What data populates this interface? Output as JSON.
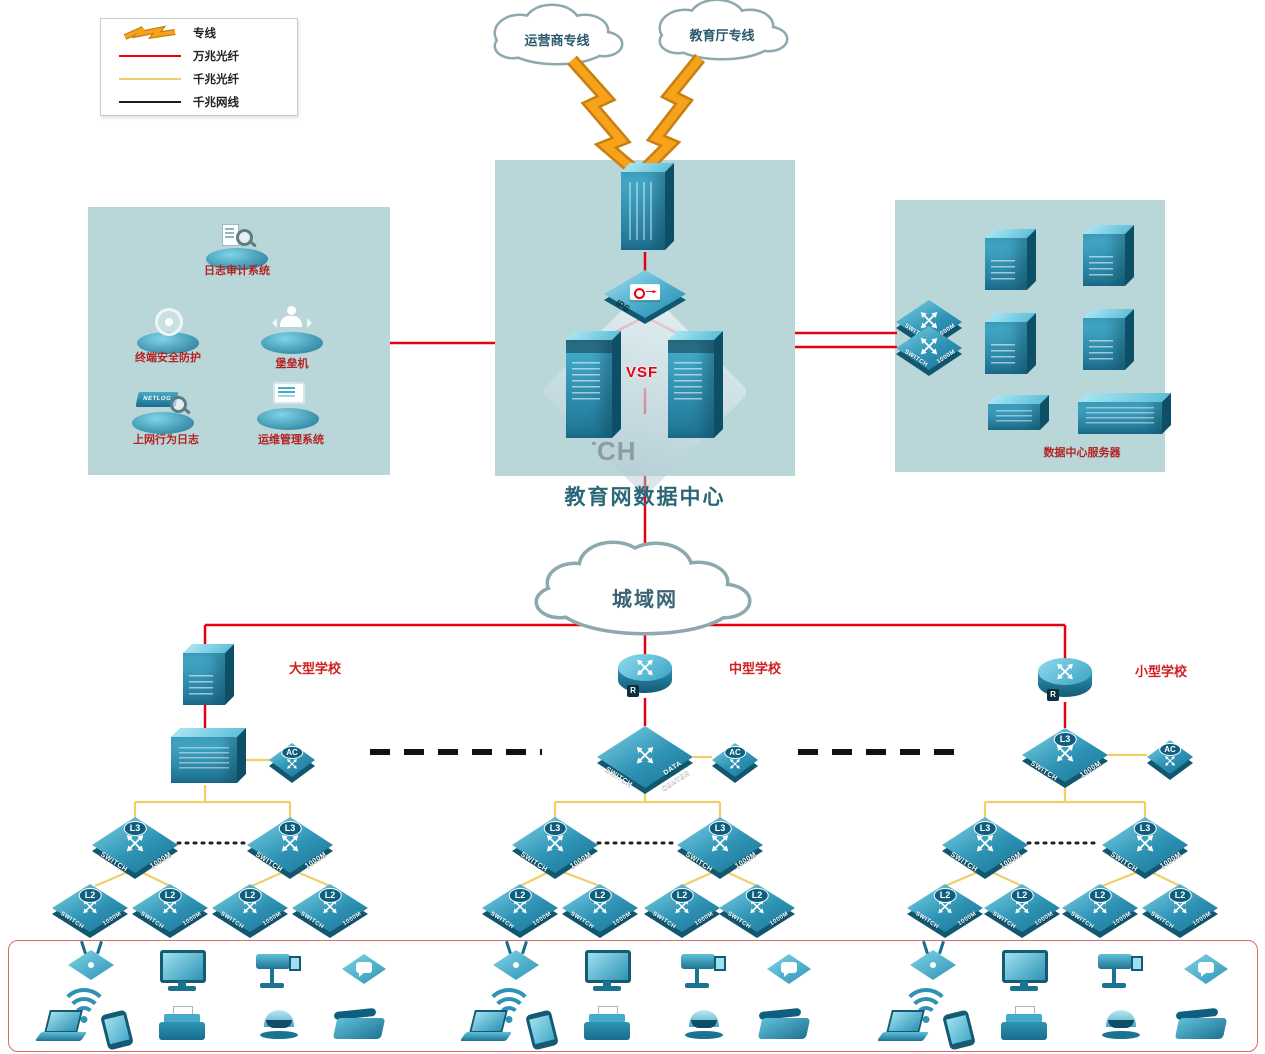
{
  "legend": {
    "items": [
      {
        "id": "dedicated-line",
        "label": "专线",
        "symbol": "lightning",
        "color": "#f7a21b"
      },
      {
        "id": "fiber-10g",
        "label": "万兆光纤",
        "symbol": "line",
        "color": "#e60012"
      },
      {
        "id": "fiber-1g",
        "label": "千兆光纤",
        "symbol": "line",
        "color": "#f0cf6a"
      },
      {
        "id": "cat-1g",
        "label": "千兆网线",
        "symbol": "line",
        "color": "#1a1a1a"
      }
    ]
  },
  "clouds": {
    "operator": "运营商专线",
    "education": "教育厅专线",
    "man": "城域网"
  },
  "data_center": {
    "title": "教育网数据中心",
    "ips_label": "IPS",
    "vsf_label": "VSF",
    "watermark": "SWITCH",
    "servers_caption": "数据中心服务器"
  },
  "security_panel": {
    "log_audit": "日志审计系统",
    "terminal_security": "终端安全防护",
    "bastion": "堡垒机",
    "net_log": "上网行为日志",
    "net_log_icon": "NETLOG",
    "ops_mgmt": "运维管理系统"
  },
  "schools": {
    "large": {
      "name": "大型学校"
    },
    "medium": {
      "name": "中型学校",
      "core_left": "SWITCH",
      "core_right1": "DATA",
      "core_right2": "CENTER"
    },
    "small": {
      "name": "小型学校"
    }
  },
  "switch": {
    "l3": "L3",
    "l2": "L2",
    "ac": "AC",
    "switch": "SWITCH",
    "speed": "1000M",
    "router_badge": "R"
  }
}
